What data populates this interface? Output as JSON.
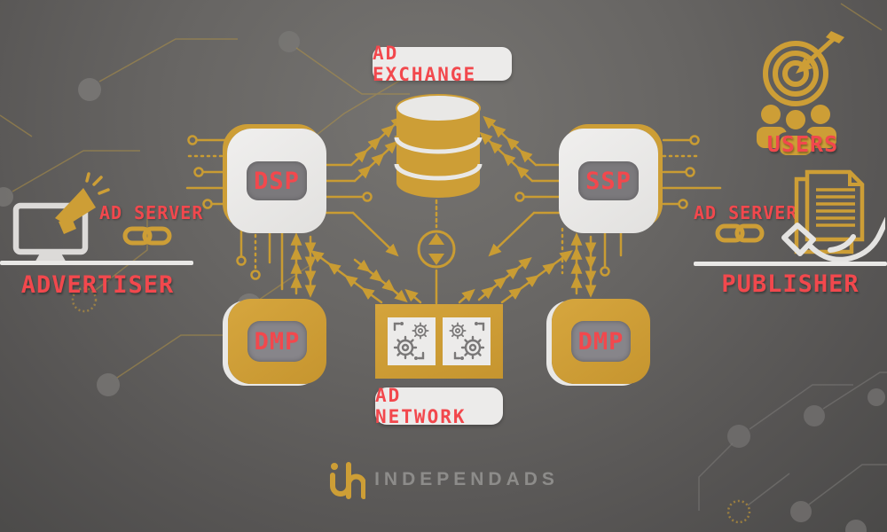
{
  "nodes": {
    "ad_exchange": "AD EXCHANGE",
    "dsp": "DSP",
    "ssp": "SSP",
    "dmp_left": "DMP",
    "dmp_right": "DMP",
    "ad_network": "AD NETWORK"
  },
  "advertiser_side": {
    "ad_server": "AD SERVER",
    "entity": "ADVERTISER"
  },
  "publisher_side": {
    "ad_server": "AD SERVER",
    "entity": "PUBLISHER"
  },
  "users_label": "USERS",
  "brand": "INDEPENDADS",
  "icons": {
    "left": [
      "monitor-icon",
      "megaphone-icon",
      "chain-link-icon"
    ],
    "right": [
      "hand-documents-icon",
      "chain-link-icon"
    ],
    "center": [
      "database-icon",
      "swap-arrows-icon",
      "gears-icon"
    ],
    "top_right": [
      "users-target-icon"
    ]
  },
  "colors": {
    "gold": "#CD9E36",
    "red": "#F2484D",
    "panel_light": "#ECEBEA",
    "badge_gray": "#7B797C",
    "background": "#5E5C5A",
    "brand_text": "#8D8C8A"
  }
}
